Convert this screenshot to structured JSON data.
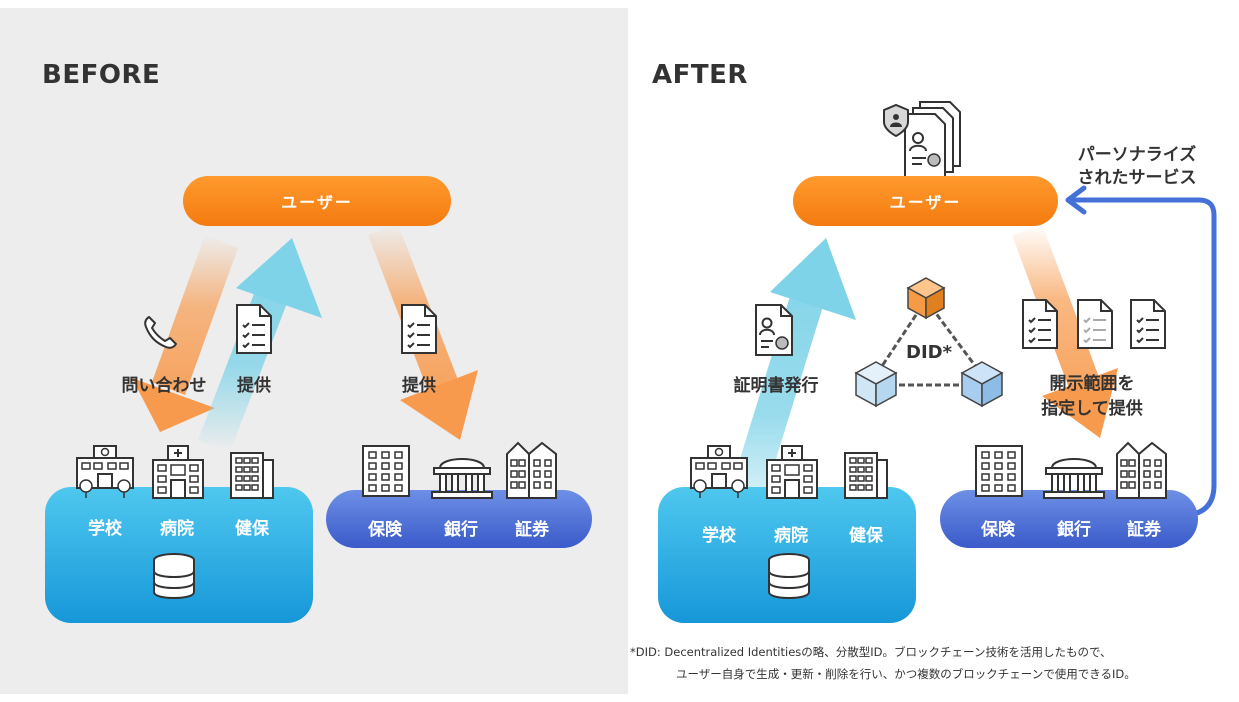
{
  "before": {
    "heading": "BEFORE",
    "user_label": "ユーザー",
    "label_inquiry": "問い合わせ",
    "label_provide_left": "提供",
    "label_provide_right": "提供",
    "source_orgs": [
      "学校",
      "病院",
      "健保"
    ],
    "target_orgs": [
      "保険",
      "銀行",
      "証券"
    ]
  },
  "after": {
    "heading": "AFTER",
    "user_label": "ユーザー",
    "label_issue": "証明書発行",
    "did_label": "DID*",
    "label_disclose_line1": "開示範囲を",
    "label_disclose_line2": "指定して提供",
    "label_personalized_line1": "パーソナライズ",
    "label_personalized_line2": "されたサービス",
    "source_orgs": [
      "学校",
      "病院",
      "健保"
    ],
    "target_orgs": [
      "保険",
      "銀行",
      "証券"
    ]
  },
  "footnote": {
    "line1": "*DID: Decentralized Identitiesの略、分散型ID。ブロックチェーン技術を活用したもので、",
    "line2": "ユーザー自身で生成・更新・削除を行い、かつ複数のブロックチェーンで使用できるID。"
  },
  "colors": {
    "orange": "#f58a1f",
    "light_blue": "#36b5e8",
    "navy": "#4a6cd4",
    "blue_arrow": "#4471d8"
  }
}
